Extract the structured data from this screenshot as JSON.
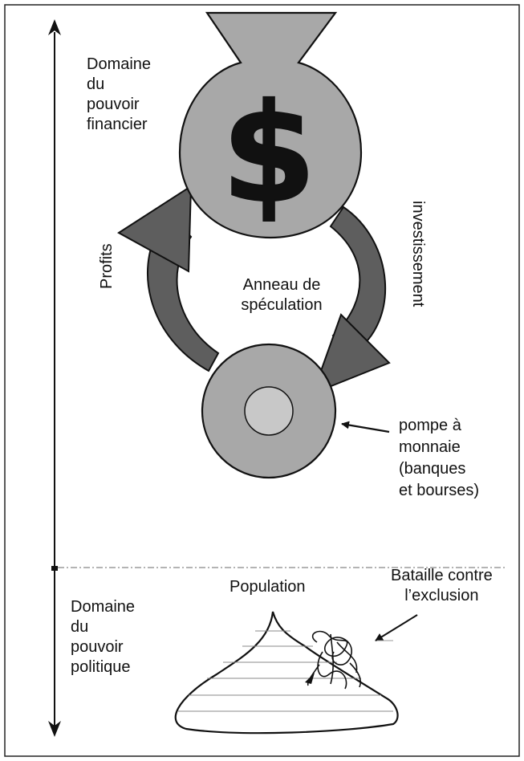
{
  "labels": {
    "financial_domain": [
      "Domaine",
      "du",
      "pouvoir",
      "financier"
    ],
    "political_domain": [
      "Domaine",
      "du",
      "pouvoir",
      "politique"
    ],
    "profits": "Profits",
    "investment": "investissement",
    "speculation_ring": [
      "Anneau de",
      "spéculation"
    ],
    "money_pump": [
      "pompe à",
      "monnaie",
      "(banques",
      "et bourses)"
    ],
    "population": "Population",
    "exclusion": [
      "Bataille contre",
      "l’exclusion"
    ],
    "dollar_sign": "$"
  },
  "colors": {
    "bag_fill": "#a8a8a8",
    "arrow_fill": "#5e5e5e",
    "outline": "#111111",
    "pump_inner": "#c8c8c8"
  }
}
